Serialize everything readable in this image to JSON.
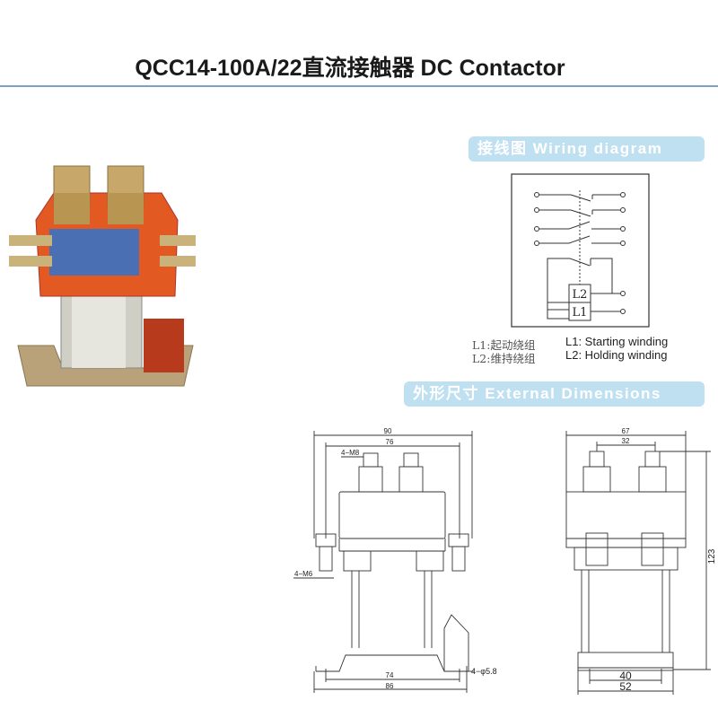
{
  "header": {
    "title": "QCC14-100A/22直流接触器 DC Contactor"
  },
  "wiring": {
    "section_title": "接线图 Wiring diagram",
    "coil_l2": "L2",
    "coil_l1": "L1",
    "legend": [
      {
        "cn": "L1:起动绕组",
        "en": "L1: Starting winding"
      },
      {
        "cn": "L2:维持绕组",
        "en": "L2: Holding winding"
      }
    ]
  },
  "dimensions": {
    "section_title": "外形尺寸 External Dimensions",
    "front": {
      "width_overall": "90",
      "width_terminals": "76",
      "terminal_thread": "4−M8",
      "mount_thread": "4−M6",
      "base_hole_spacing": "74",
      "base_width": "86",
      "hole_dia": "4−φ5.8"
    },
    "side": {
      "width_overall": "67",
      "terminal_spacing": "32",
      "height": "123",
      "base_hole_spacing": "40",
      "base_width": "52"
    }
  },
  "colors": {
    "accent": "#bfe0f0",
    "rule": "#7d9fcc",
    "product_body": "#d9461e"
  }
}
